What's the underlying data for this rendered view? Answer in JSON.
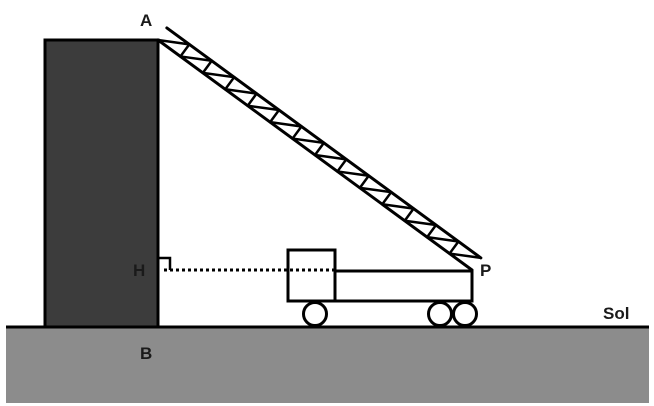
{
  "labels": {
    "top": "A",
    "bottom": "B",
    "foot": "H",
    "tip": "P",
    "ground": "Sol"
  },
  "colors": {
    "ground": "#8c8c8c",
    "building": "#3c3c3c",
    "stroke": "#000000",
    "background": "#ffffff"
  }
}
